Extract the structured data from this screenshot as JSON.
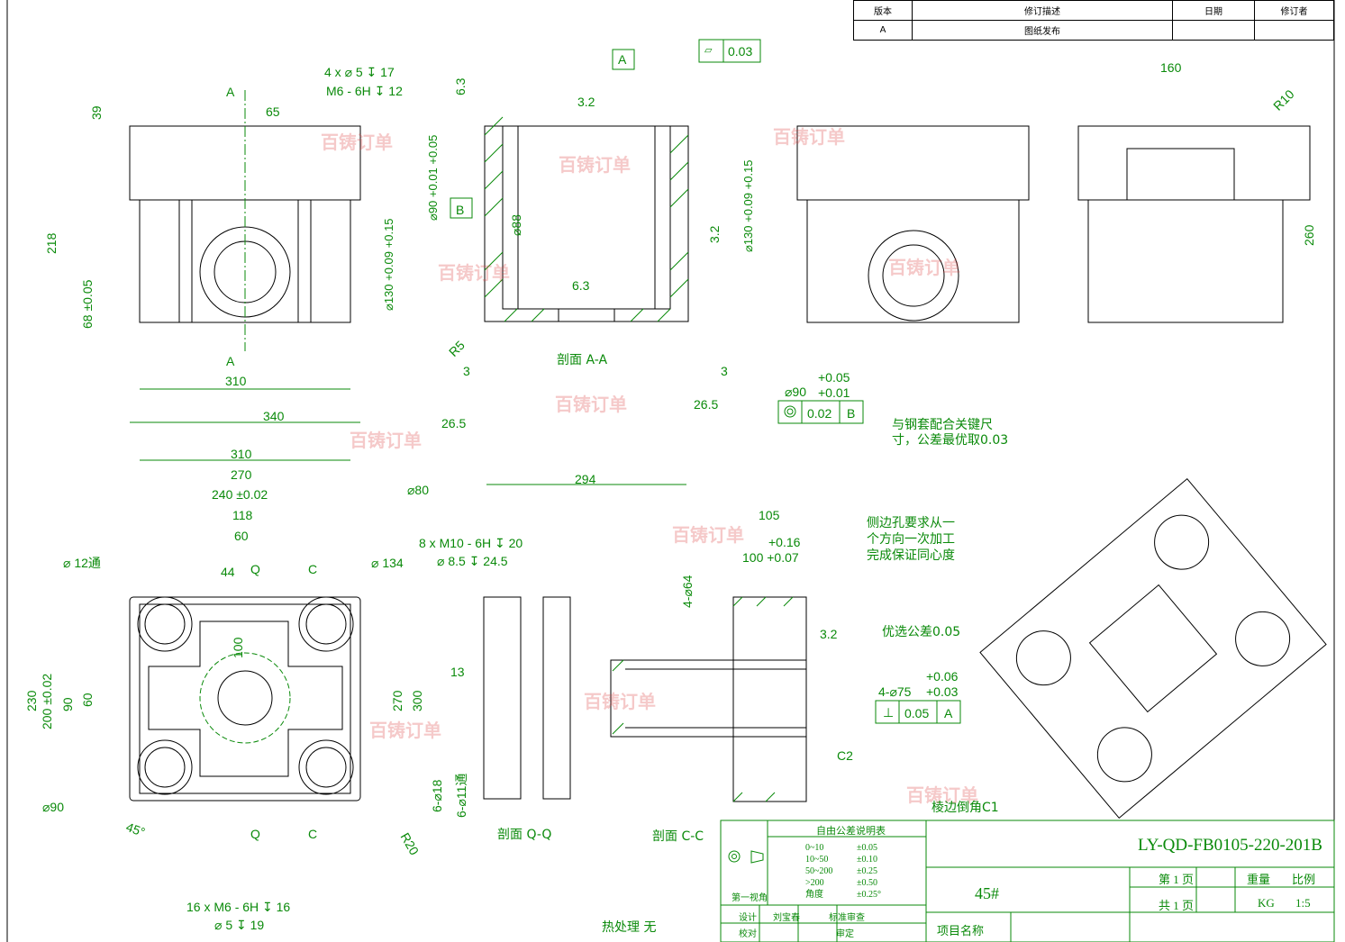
{
  "revision_table": {
    "headers": [
      "版本",
      "修订描述",
      "日期",
      "修订者"
    ],
    "rows": [
      [
        "A",
        "图纸发布",
        "",
        ""
      ]
    ]
  },
  "watermark": "百铸订单",
  "top_view": {
    "dims": [
      "39",
      "65",
      "A",
      "A",
      "4 x ⌀ 5 ↧ 17",
      "M6 - 6H ↧ 12",
      "218",
      "68 ±0.05",
      "310"
    ]
  },
  "section_aa": {
    "title": "剖面 A-A",
    "datum_a": "A",
    "datum_b": "B",
    "flatness": "0.03",
    "dims": [
      "6.3",
      "3.2",
      "⌀90 +0.01 +0.05",
      "⌀88",
      "⌀130 +0.09 +0.15",
      "6.3",
      "3.2",
      "⌀130 +0.09 +0.15",
      "R5",
      "3",
      "3",
      "26.5",
      "26.5",
      "294"
    ]
  },
  "coaxiality": {
    "dim_base": "⌀90",
    "upper": "+0.05",
    "lower": "+0.01",
    "tolerance": "0.02",
    "datum": "B",
    "note_line1": "与钢套配合关键尺",
    "note_line2": "寸，公差最优取0.03"
  },
  "right_view": {
    "dims": [
      "160",
      "R10",
      "260"
    ]
  },
  "plan_view": {
    "dims": [
      "340",
      "310",
      "270",
      "240 ±0.02",
      "118",
      "60",
      "44",
      "Q",
      "C",
      "⌀ 12通",
      "⌀80",
      "8 x M10 - 6H ↧ 20",
      "⌀ 8.5 ↧ 24.5",
      "⌀ 134",
      "100",
      "230",
      "200 ±0.02",
      "90",
      "60",
      "270",
      "300",
      "⌀90",
      "45°",
      "Q",
      "C",
      "R20",
      "16 x M6 - 6H ↧ 16",
      "⌀ 5 ↧ 19"
    ]
  },
  "section_qq": {
    "title": "剖面 Q-Q",
    "dims": [
      "13",
      "6-⌀18",
      "6-⌀11通"
    ]
  },
  "section_cc": {
    "title": "剖面 C-C",
    "dims": [
      "105",
      "+0.16",
      "100 +0.07",
      "4-⌀64",
      "3.2",
      "C2"
    ],
    "note_tol": "优选公差0.05",
    "bore": "4-⌀75",
    "bore_upper": "+0.06",
    "bore_lower": "+0.03",
    "perp_tol": "0.05",
    "perp_datum": "A"
  },
  "notes": {
    "side_hole_1": "侧边孔要求从一",
    "side_hole_2": "个方向一次加工",
    "side_hole_3": "完成保证同心度",
    "chamfer": "棱边倒角C1",
    "heat_treatment": "热处理   无"
  },
  "title_block": {
    "tolerance_title": "自由公差说明表",
    "tolerances": [
      [
        "0~10",
        "±0.05"
      ],
      [
        "10~50",
        "±0.10"
      ],
      [
        "50~200",
        "±0.25"
      ],
      [
        ">200",
        "±0.50"
      ],
      [
        "角度",
        "±0.25°"
      ]
    ],
    "projection": "第一视角",
    "design_label": "设计",
    "designer": "刘宝春",
    "std_review": "标准审查",
    "check_label": "校对",
    "approve": "审定",
    "material": "45#",
    "drawing_no": "LY-QD-FB0105-220-201B",
    "page": "第 1 页",
    "total": "共 1 页",
    "weight_label": "重量",
    "weight_unit": "KG",
    "scale_label": "比例",
    "scale": "1:5",
    "project_label": "项目名称"
  },
  "colors": {
    "dimension": "#0a8a0a",
    "outline": "#000000"
  }
}
